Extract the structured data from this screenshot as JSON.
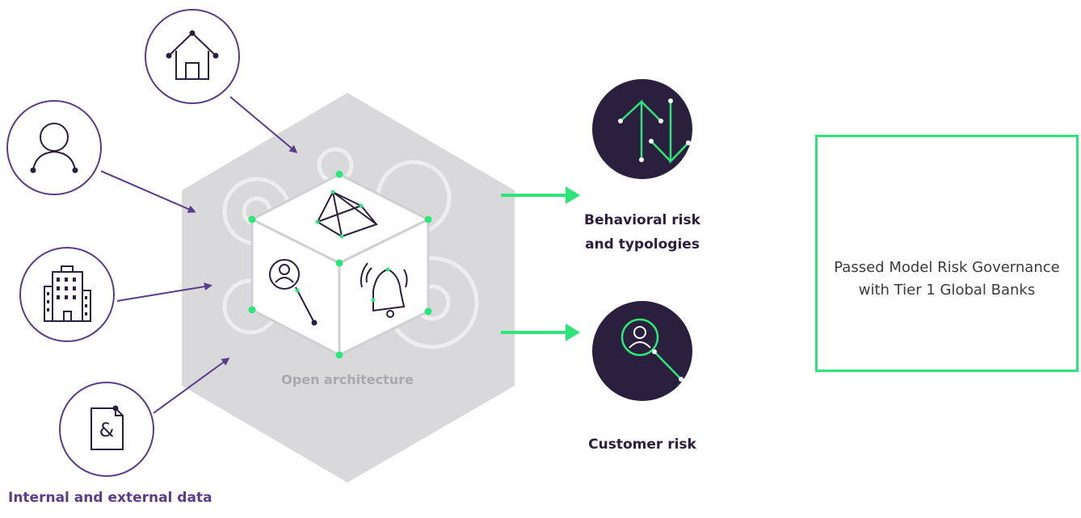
{
  "sources": {
    "label": "Internal and external data",
    "items": [
      {
        "icon": "home-icon"
      },
      {
        "icon": "user-icon"
      },
      {
        "icon": "building-icon"
      },
      {
        "icon": "document-ampersand-icon"
      }
    ]
  },
  "hub": {
    "label": "Open architecture",
    "cube_faces": [
      "network-mesh-icon",
      "person-search-icon",
      "alert-bell-icon"
    ]
  },
  "outputs": [
    {
      "label": "Behavioral risk and typologies",
      "icon": "up-down-trend-icon"
    },
    {
      "label": "Customer risk",
      "icon": "person-search-icon"
    }
  ],
  "badge": {
    "text": "Passed Model Risk Governance with Tier 1 Global Banks",
    "icon": "checkmark-icon"
  },
  "colors": {
    "purple_dark": "#2a1f3d",
    "purple_line": "#5a3d8a",
    "green_accent": "#2ee57a",
    "hex_gray": "#d9d9db"
  }
}
